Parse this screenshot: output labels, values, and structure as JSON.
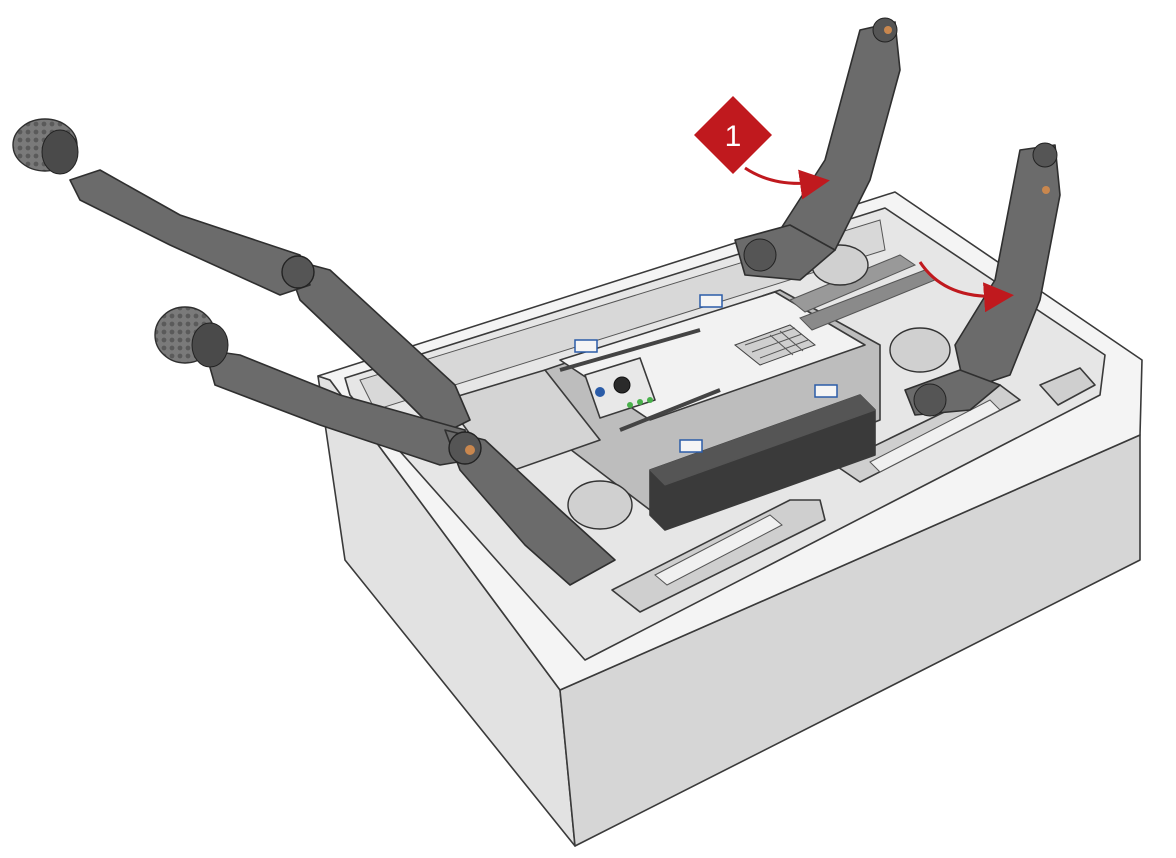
{
  "step_marker": {
    "label": "1",
    "color": "#c0191e"
  },
  "colors": {
    "case_light": "#f4f4f4",
    "case_wall": "#e2e2e2",
    "case_dark": "#cfcfcf",
    "robot_gray": "#6b6b6b",
    "arrow": "#c0191e"
  },
  "icons": [
    "step-number-badge",
    "rotation-arrow"
  ]
}
